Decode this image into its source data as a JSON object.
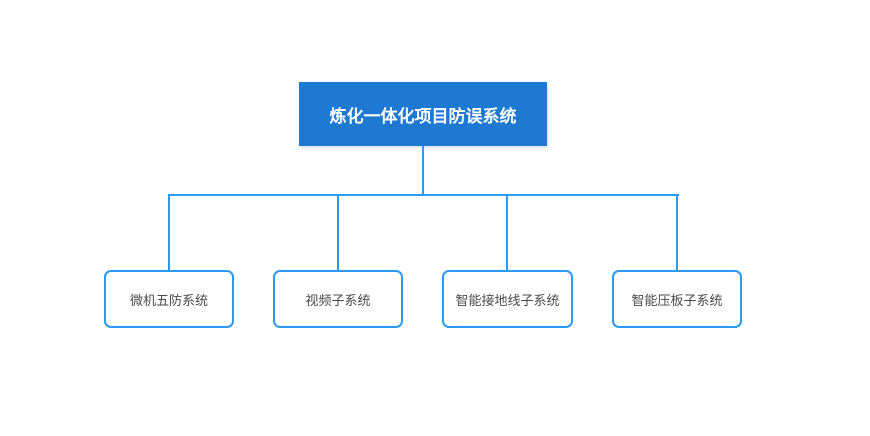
{
  "diagram": {
    "type": "org-chart-tree",
    "root": {
      "label": "炼化一体化项目防误系统"
    },
    "children": [
      {
        "label": "微机五防系统"
      },
      {
        "label": "视频子系统"
      },
      {
        "label": "智能接地线子系统"
      },
      {
        "label": "智能压板子系统"
      }
    ],
    "colors": {
      "root_fill": "#1E79D2",
      "root_text": "#FFFFFF",
      "connector": "#2B9AF3",
      "child_border": "#2B9AF3",
      "child_text": "#4A4A4A",
      "background": "#FFFFFF"
    }
  }
}
